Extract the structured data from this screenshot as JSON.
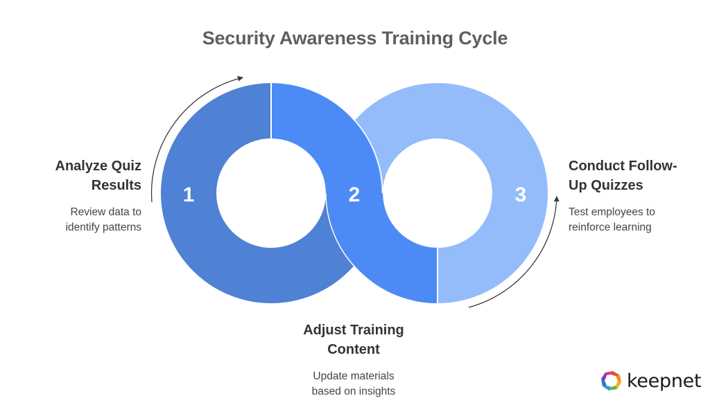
{
  "title": "Security Awareness Training Cycle",
  "colors": {
    "step1": "#4F81D4",
    "step2": "#4C8BF5",
    "step3": "#94BCFA",
    "arrow": "#3a3a3a",
    "title": "#5f5f5f",
    "text": "#333333"
  },
  "steps": [
    {
      "number": "1",
      "title_line1": "Analyze Quiz",
      "title_line2": "Results",
      "desc_line1": "Review data to",
      "desc_line2": "identify patterns"
    },
    {
      "number": "2",
      "title_line1": "Adjust Training",
      "title_line2": "Content",
      "desc_line1": "Update materials",
      "desc_line2": "based on insights"
    },
    {
      "number": "3",
      "title_line1": "Conduct Follow-",
      "title_line2": "Up Quizzes",
      "desc_line1": "Test employees to",
      "desc_line2": "reinforce learning"
    }
  ],
  "logo": {
    "text": "keepnet",
    "icon": "keepnet-hexagon-logo-icon"
  }
}
